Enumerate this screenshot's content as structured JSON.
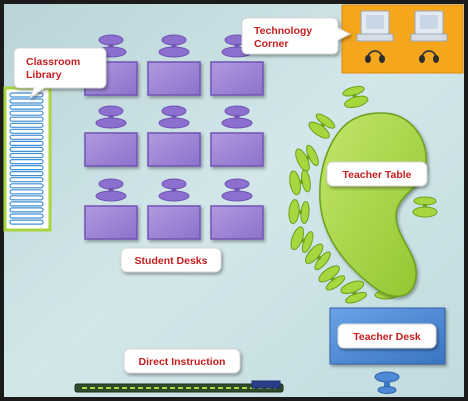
{
  "labels": {
    "classroom_library": [
      "Classroom",
      "Library"
    ],
    "technology_corner": [
      "Technology",
      "Corner"
    ],
    "teacher_table": "Teacher Table",
    "student_desks": "Student Desks",
    "teacher_desk": "Teacher Desk",
    "direct_instruction": "Direct Instruction"
  },
  "counts": {
    "student_desks": 9,
    "computer_stations": 2,
    "library_shelf_slots": 22,
    "teacher_table_chairs": 11
  },
  "colors": {
    "floor": "#c6dde0",
    "border": "#1a1a1a",
    "desk": "#9b7fd4",
    "desk_border": "#6f54b4",
    "chair": "#8d6fcf",
    "table_green": "#a8d63e",
    "table_green_dark": "#6aa01e",
    "tech_corner": "#f4a61c",
    "teacher_desk": "#4d89d6",
    "label_text": "#c41e1e",
    "library_blue": "#3f8fd6"
  }
}
